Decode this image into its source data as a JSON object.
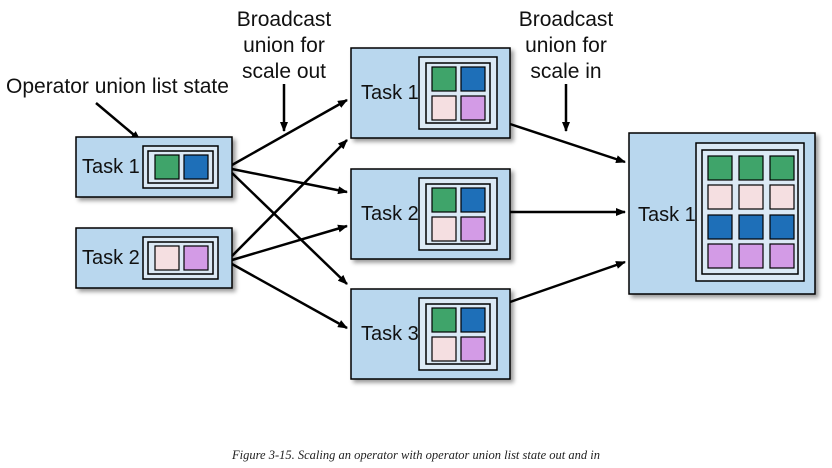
{
  "annotations": {
    "operator_state": "Operator union list state",
    "scale_out": [
      "Broadcast",
      "union for",
      "scale out"
    ],
    "scale_in": [
      "Broadcast",
      "union for",
      "scale in"
    ]
  },
  "tasks": {
    "left": [
      "Task 1",
      "Task 2"
    ],
    "middle": [
      "Task 1",
      "Task 2",
      "Task 3"
    ],
    "right": [
      "Task 1"
    ]
  },
  "colors": {
    "task_fill": "#b9d7ee",
    "inner_fill": "#dbe9f5",
    "green": "#3fa46a",
    "blue": "#1e6fb8",
    "pink": "#f5dfe1",
    "violet": "#d39be6"
  },
  "caption": "Figure 3-15. Scaling an operator with operator union list state out and in"
}
